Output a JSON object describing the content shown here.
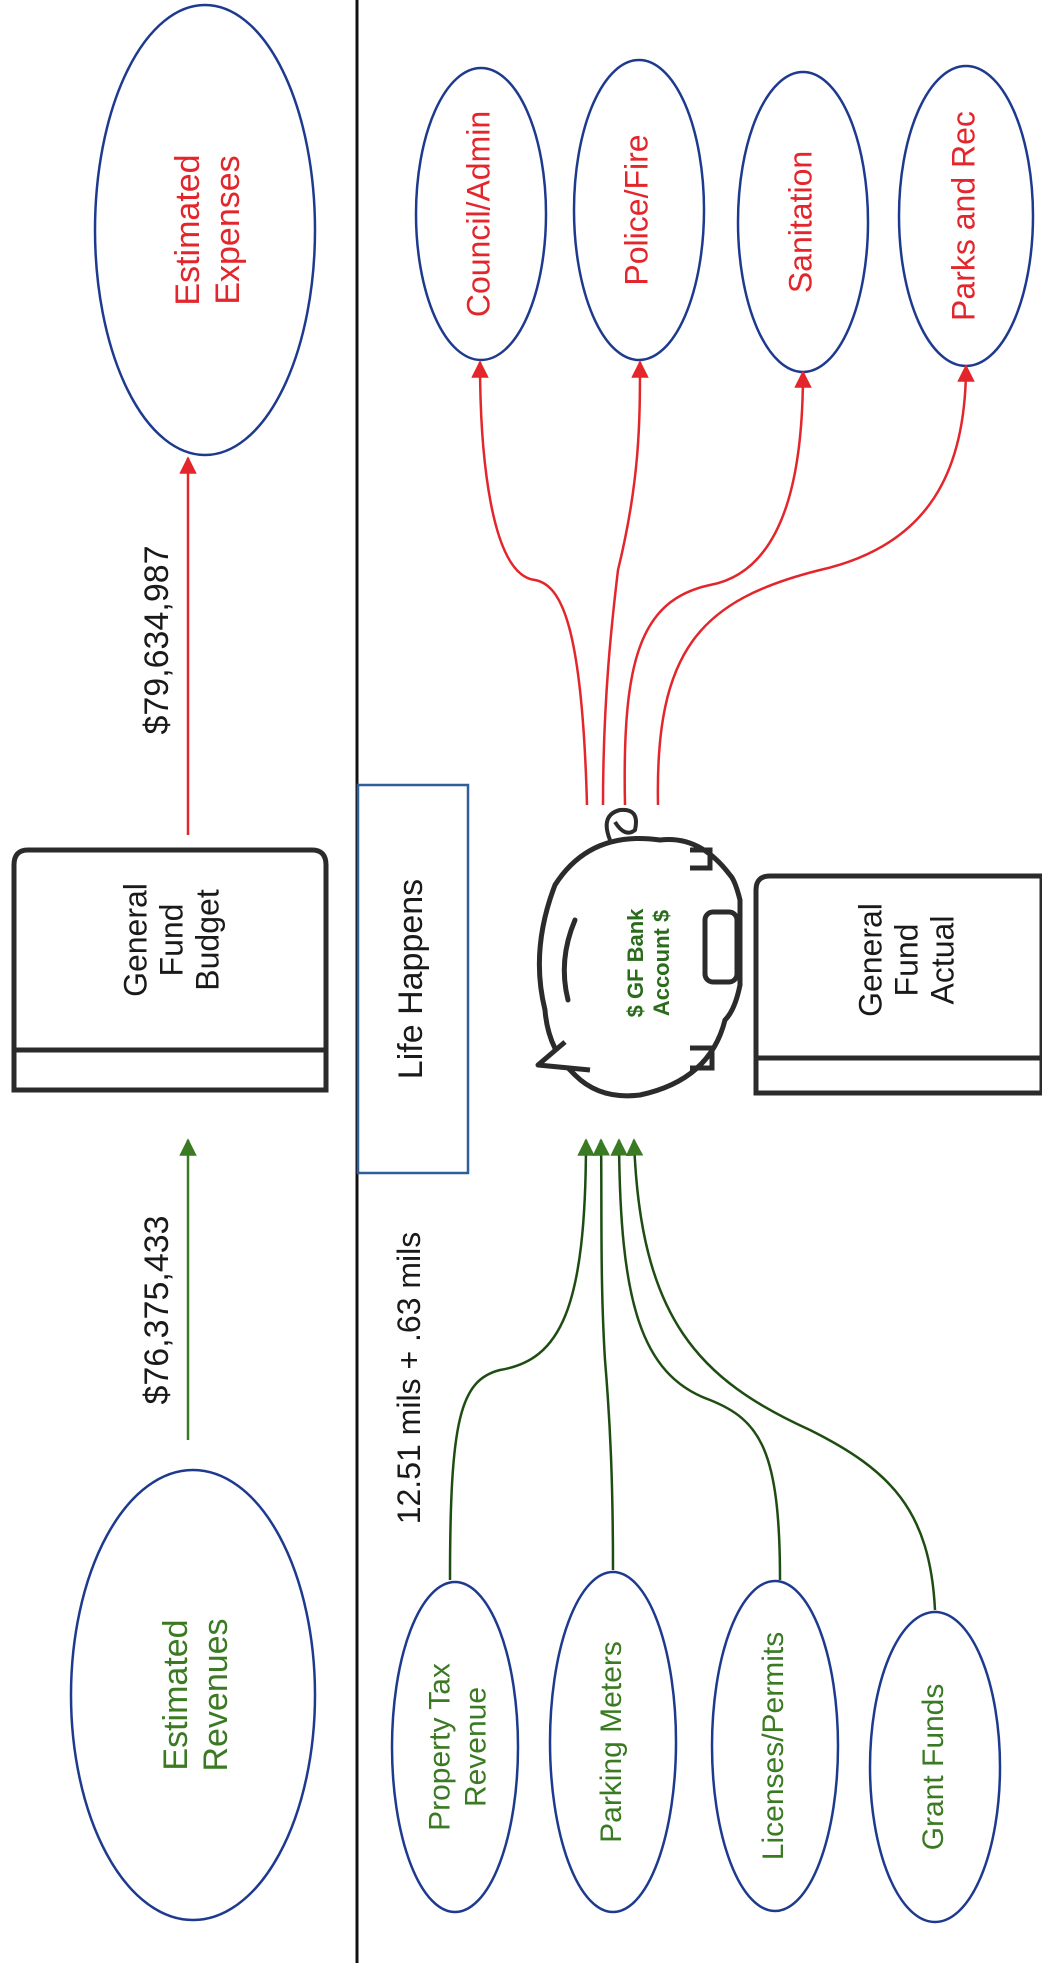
{
  "colors": {
    "revenue_text": "#3a7a22",
    "expense_text": "#e3262b",
    "ellipse_stroke": "#1d3a8f",
    "box_stroke": "#2b2b2b",
    "revenue_line": "#1e4d12",
    "expense_line": "#e3262b",
    "life_box_stroke": "#2f5f9b",
    "text": "#1a1a1a"
  },
  "budget": {
    "revenues_label": "Estimated Revenues",
    "revenues_amount": "$76,375,433",
    "book_label": "General Fund Budget",
    "expenses_amount": "$79,634,987",
    "expenses_label": "Estimated Expenses"
  },
  "middle": {
    "life_label": "Life Happens",
    "mils_label": "12.51 mils + .63 mils"
  },
  "actual": {
    "bank_label": "$ GF Bank Account $",
    "book_label": "General Fund Actual",
    "revenue_sources": [
      "Property Tax Revenue",
      "Parking Meters",
      "Licenses/Permits",
      "Grant Funds"
    ],
    "expense_categories": [
      "Council/Admin",
      "Police/Fire",
      "Sanitation",
      "Parks and Rec"
    ]
  },
  "icons": {
    "bank": "piggy-bank-icon",
    "budget_book": "book-icon",
    "actual_book": "book-icon"
  }
}
